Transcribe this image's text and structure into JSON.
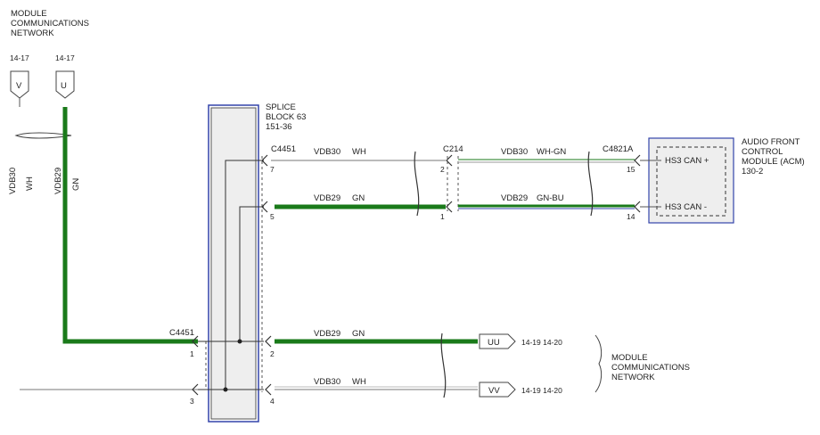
{
  "title_network": [
    "MODULE",
    "COMMUNICATIONS",
    "NETWORK"
  ],
  "page_refs_top": {
    "left": "14-17",
    "right": "14-17"
  },
  "connector_letters": {
    "v": "V",
    "u": "U",
    "uu": "UU",
    "vv": "VV"
  },
  "vertical_wires": {
    "vdb30": {
      "circuit": "VDB30",
      "color": "WH"
    },
    "vdb29": {
      "circuit": "VDB29",
      "color": "GN"
    }
  },
  "splice": {
    "lines": [
      "SPLICE",
      "BLOCK 63"
    ],
    "ref": "151-36"
  },
  "connectors": {
    "c4451_top": "C4451",
    "c4451_left": "C4451",
    "c214": "C214",
    "c4821a": "C4821A"
  },
  "pins": {
    "p7": "7",
    "p5": "5",
    "p2": "2",
    "p1": "1",
    "p4": "4",
    "p3": "3",
    "c214_p2": "2",
    "c214_p1": "1",
    "acm_p15": "15",
    "acm_p14": "14",
    "left_p1": "1",
    "left_p3": "3"
  },
  "wires": {
    "w1": {
      "circuit": "VDB30",
      "color": "WH"
    },
    "w2": {
      "circuit": "VDB29",
      "color": "GN"
    },
    "w3": {
      "circuit": "VDB30",
      "color": "WH-GN"
    },
    "w4": {
      "circuit": "VDB29",
      "color": "GN-BU"
    },
    "w5": {
      "circuit": "VDB29",
      "color": "GN"
    },
    "w6": {
      "circuit": "VDB30",
      "color": "WH"
    }
  },
  "module": {
    "name_lines": [
      "AUDIO FRONT",
      "CONTROL",
      "MODULE (ACM)"
    ],
    "ref": "130-2",
    "pin_labels": {
      "can_plus": "HS3 CAN +",
      "can_minus": "HS3 CAN -"
    }
  },
  "page_refs_right": {
    "uu": "14-19  14-20",
    "vv": "14-19  14-20"
  },
  "network_bottom": [
    "MODULE",
    "COMMUNICATIONS",
    "NETWORK"
  ],
  "colors": {
    "green": "#1a7a1a",
    "wire": "#555555",
    "blue": "#3344aa",
    "box": "#eeeeee"
  }
}
